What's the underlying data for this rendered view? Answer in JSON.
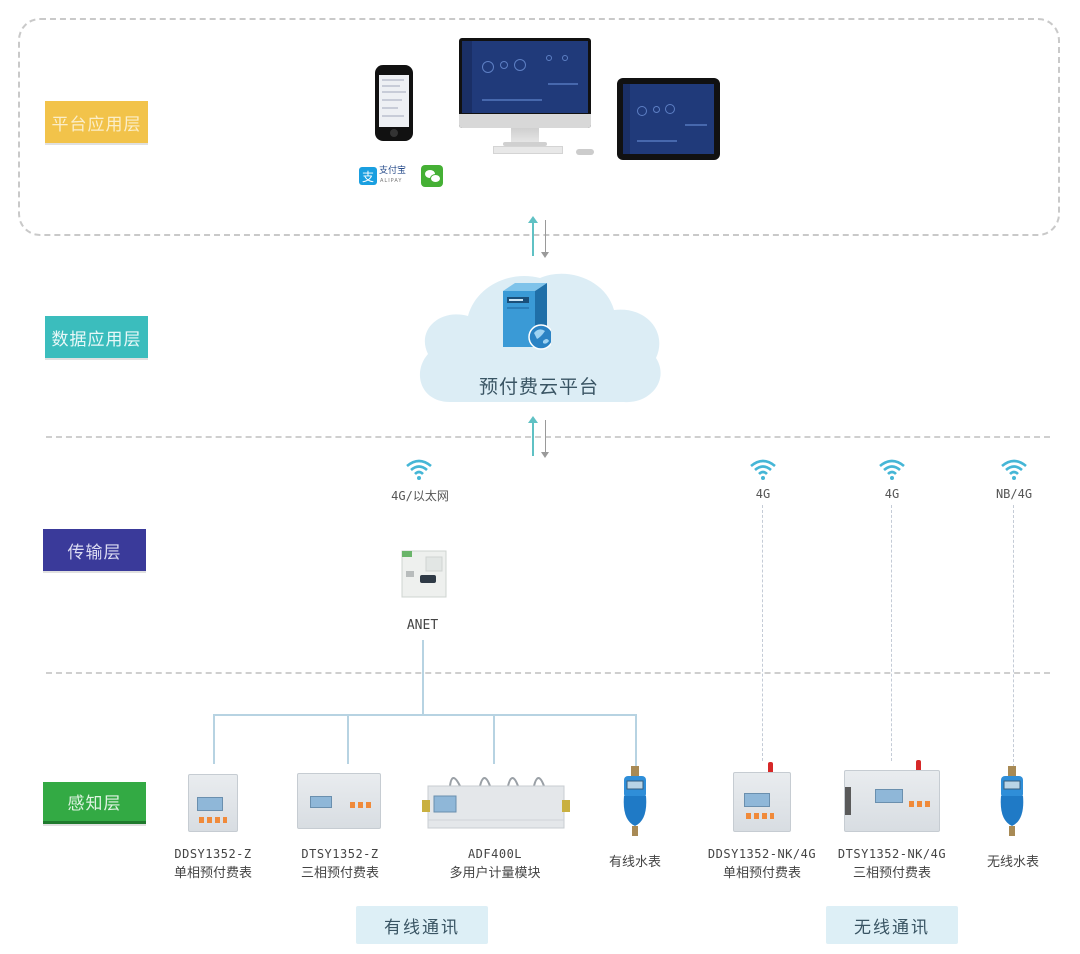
{
  "layers": {
    "platform": "平台应用层",
    "data": "数据应用层",
    "transport": "传输层",
    "sensing": "感知层"
  },
  "platform_devices": {
    "icons": [
      "smartphone-icon",
      "desktop-monitor-icon",
      "tablet-icon"
    ],
    "payments": {
      "alipay_label": "支付宝",
      "alipay_sub": "ALIPAY",
      "alipay_glyph": "支",
      "wechat_icon": "wechat-icon"
    }
  },
  "cloud": {
    "title": "预付费云平台",
    "icon": "server-globe-icon"
  },
  "transport": {
    "wired_channel": "4G/以太网",
    "gateway": "ANET",
    "wireless_channels": [
      "4G",
      "4G",
      "NB/4G"
    ]
  },
  "devices": {
    "wired": [
      {
        "model": "DDSY1352-Z",
        "name": "单相预付费表"
      },
      {
        "model": "DTSY1352-Z",
        "name": "三相预付费表"
      },
      {
        "model": "ADF400L",
        "name": "多用户计量模块"
      },
      {
        "model": "",
        "name": "有线水表"
      }
    ],
    "wireless": [
      {
        "model": "DDSY1352-NK/4G",
        "name": "单相预付费表"
      },
      {
        "model": "DTSY1352-NK/4G",
        "name": "三相预付费表"
      },
      {
        "model": "",
        "name": "无线水表"
      }
    ]
  },
  "groups": {
    "wired": "有线通讯",
    "wireless": "无线通讯"
  },
  "colors": {
    "platform": "#f2c34a",
    "data": "#3bbdbd",
    "transport": "#3a3a9a",
    "sensing": "#33aa44",
    "accent": "#5fc1c4"
  }
}
